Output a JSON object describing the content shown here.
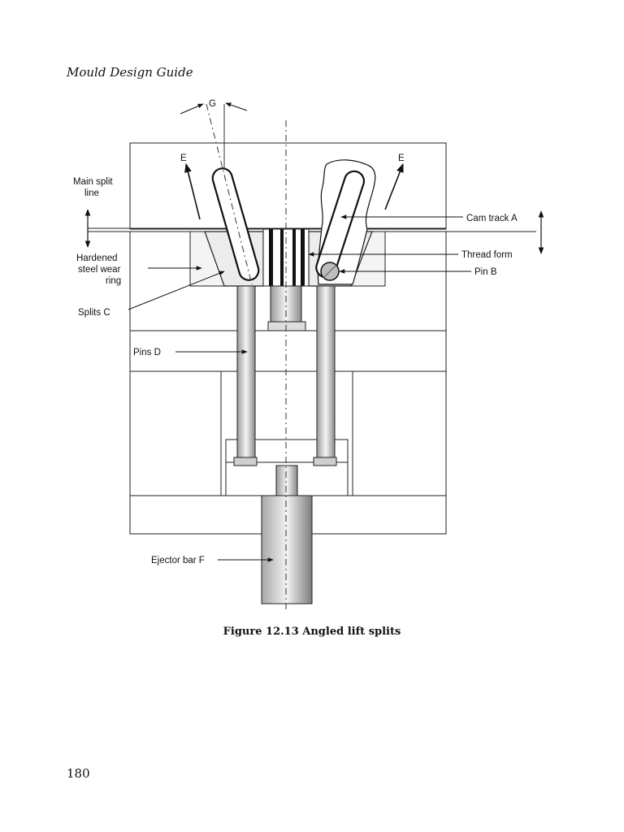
{
  "header": {
    "running_head": "Mould Design Guide"
  },
  "figure": {
    "caption": "Figure 12.13 Angled lift splits",
    "labels": {
      "g": "G",
      "e_left": "E",
      "e_right": "E",
      "main_split_1": "Main split",
      "main_split_2": "line",
      "hardened_1": "Hardened",
      "hardened_2": "steel wear",
      "hardened_3": "ring",
      "splits_c": "Splits C",
      "pins_d": "Pins D",
      "ejector_bar": "Ejector bar F",
      "cam_track": "Cam track A",
      "thread_form": "Thread form",
      "pin_b": "Pin B"
    }
  },
  "footer": {
    "page_number": "180"
  }
}
